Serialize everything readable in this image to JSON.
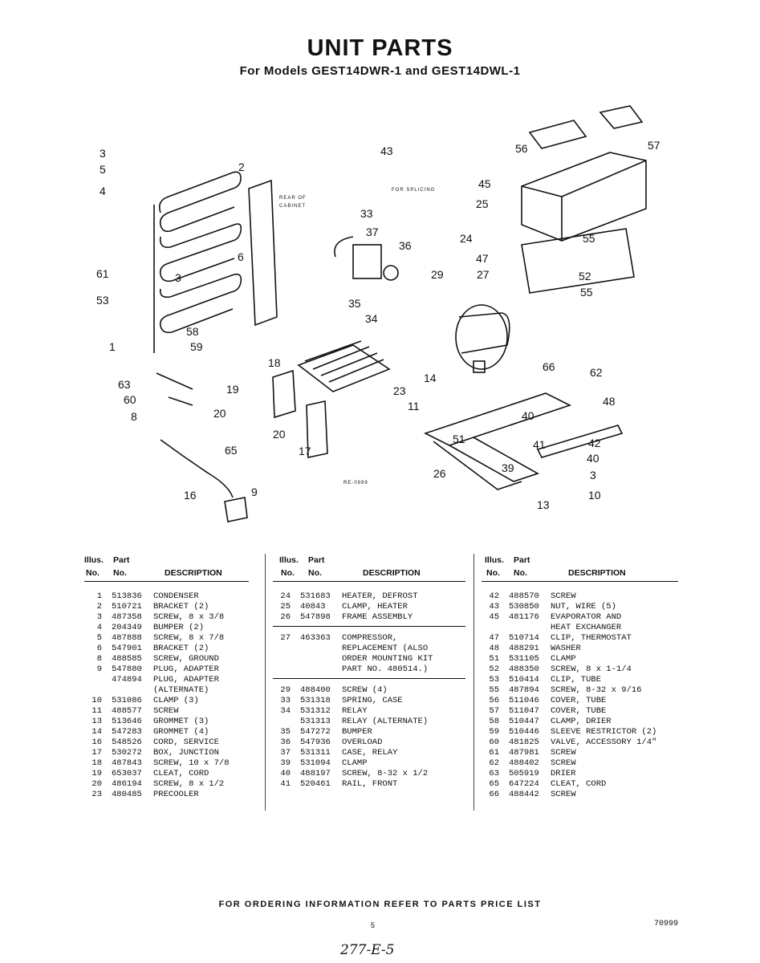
{
  "title": "UNIT PARTS",
  "subtitle": "For Models GEST14DWR-1 and GEST14DWL-1",
  "diagram": {
    "note_rear": "REAR OF",
    "note_rear2": "CABINET",
    "note_splicing": "FOR SPLICING",
    "drawing_code": "RE-0999",
    "callouts": [
      "3",
      "5",
      "4",
      "2",
      "61",
      "53",
      "1",
      "58",
      "59",
      "63",
      "60",
      "8",
      "20",
      "65",
      "16",
      "9",
      "6",
      "3",
      "33",
      "37",
      "36",
      "35",
      "34",
      "43",
      "18",
      "19",
      "20",
      "17",
      "23",
      "56",
      "57",
      "45",
      "25",
      "24",
      "55",
      "47",
      "52",
      "55",
      "29",
      "27",
      "14",
      "11",
      "66",
      "62",
      "48",
      "40",
      "51",
      "41",
      "42",
      "40",
      "39",
      "26",
      "3",
      "13",
      "10"
    ]
  },
  "table_headers": {
    "illus": "Illus.",
    "no": "No.",
    "part": "Part",
    "part_no": "No.",
    "description": "DESCRIPTION"
  },
  "col1": [
    {
      "no": "1",
      "part": "513836",
      "desc": "CONDENSER"
    },
    {
      "no": "2",
      "part": "510721",
      "desc": "BRACKET (2)"
    },
    {
      "no": "3",
      "part": "487358",
      "desc": "SCREW, 8 x 3/8"
    },
    {
      "no": "4",
      "part": "204349",
      "desc": "BUMPER (2)"
    },
    {
      "no": "5",
      "part": "487888",
      "desc": "SCREW, 8 x 7/8"
    },
    {
      "no": "6",
      "part": "547901",
      "desc": "BRACKET (2)"
    },
    {
      "no": "8",
      "part": "488585",
      "desc": "SCREW, GROUND"
    },
    {
      "no": "9",
      "part": "547880",
      "desc": "PLUG, ADAPTER"
    },
    {
      "no": "",
      "part": "474894",
      "desc": "PLUG, ADAPTER"
    },
    {
      "no": "",
      "part": "",
      "desc": "(ALTERNATE)"
    },
    {
      "no": "10",
      "part": "531086",
      "desc": "CLAMP (3)"
    },
    {
      "no": "11",
      "part": "488577",
      "desc": "SCREW"
    },
    {
      "no": "13",
      "part": "513646",
      "desc": "GROMMET (3)"
    },
    {
      "no": "14",
      "part": "547283",
      "desc": "GROMMET (4)"
    },
    {
      "no": "16",
      "part": "548526",
      "desc": "CORD, SERVICE"
    },
    {
      "no": "17",
      "part": "530272",
      "desc": "BOX, JUNCTION"
    },
    {
      "no": "18",
      "part": "487843",
      "desc": "SCREW, 10 x 7/8"
    },
    {
      "no": "19",
      "part": "653037",
      "desc": "CLEAT, CORD"
    },
    {
      "no": "20",
      "part": "486194",
      "desc": "SCREW, 8 x 1/2"
    },
    {
      "no": "23",
      "part": "480485",
      "desc": "PRECOOLER"
    }
  ],
  "col2a": [
    {
      "no": "24",
      "part": "531683",
      "desc": "HEATER, DEFROST"
    },
    {
      "no": "25",
      "part": "40843",
      "desc": "CLAMP, HEATER"
    },
    {
      "no": "26",
      "part": "547898",
      "desc": "FRAME ASSEMBLY"
    }
  ],
  "col2b": [
    {
      "no": "27",
      "part": "463363",
      "desc": "COMPRESSOR,"
    },
    {
      "no": "",
      "part": "",
      "desc": "REPLACEMENT (ALSO"
    },
    {
      "no": "",
      "part": "",
      "desc": "ORDER MOUNTING KIT"
    },
    {
      "no": "",
      "part": "",
      "desc": "PART NO. 480514.)"
    }
  ],
  "col2c": [
    {
      "no": "29",
      "part": "488400",
      "desc": "SCREW (4)"
    },
    {
      "no": "33",
      "part": "531318",
      "desc": "SPRING, CASE"
    },
    {
      "no": "34",
      "part": "531312",
      "desc": "RELAY"
    },
    {
      "no": "",
      "part": "531313",
      "desc": "RELAY (ALTERNATE)"
    },
    {
      "no": "35",
      "part": "547272",
      "desc": "BUMPER"
    },
    {
      "no": "36",
      "part": "547936",
      "desc": "OVERLOAD"
    },
    {
      "no": "37",
      "part": "531311",
      "desc": "CASE, RELAY"
    },
    {
      "no": "39",
      "part": "531094",
      "desc": "CLAMP"
    },
    {
      "no": "40",
      "part": "488197",
      "desc": "SCREW, 8-32 x 1/2"
    },
    {
      "no": "41",
      "part": "520461",
      "desc": "RAIL, FRONT"
    }
  ],
  "col3": [
    {
      "no": "42",
      "part": "488570",
      "desc": "SCREW"
    },
    {
      "no": "43",
      "part": "530850",
      "desc": "NUT, WIRE (5)"
    },
    {
      "no": "45",
      "part": "481176",
      "desc": "EVAPORATOR AND"
    },
    {
      "no": "",
      "part": "",
      "desc": "HEAT EXCHANGER"
    },
    {
      "no": "47",
      "part": "510714",
      "desc": "CLIP, THERMOSTAT"
    },
    {
      "no": "48",
      "part": "488291",
      "desc": "WASHER"
    },
    {
      "no": "51",
      "part": "531105",
      "desc": "CLAMP"
    },
    {
      "no": "52",
      "part": "488350",
      "desc": "SCREW, 8 x 1-1/4"
    },
    {
      "no": "53",
      "part": "510414",
      "desc": "CLIP, TUBE"
    },
    {
      "no": "55",
      "part": "487894",
      "desc": "SCREW, 8-32 x 9/16"
    },
    {
      "no": "56",
      "part": "511046",
      "desc": "COVER, TUBE"
    },
    {
      "no": "57",
      "part": "511047",
      "desc": "COVER, TUBE"
    },
    {
      "no": "58",
      "part": "510447",
      "desc": "CLAMP, DRIER"
    },
    {
      "no": "59",
      "part": "510446",
      "desc": "SLEEVE RESTRICTOR (2)"
    },
    {
      "no": "60",
      "part": "481825",
      "desc": "VALVE, ACCESSORY 1/4\""
    },
    {
      "no": "61",
      "part": "487981",
      "desc": "SCREW"
    },
    {
      "no": "62",
      "part": "488402",
      "desc": "SCREW"
    },
    {
      "no": "63",
      "part": "505919",
      "desc": "DRIER"
    },
    {
      "no": "65",
      "part": "647224",
      "desc": "CLEAT, CORD"
    },
    {
      "no": "66",
      "part": "488442",
      "desc": "SCREW"
    }
  ],
  "footer": "FOR ORDERING INFORMATION REFER TO PARTS PRICE LIST",
  "page_number": "5",
  "doc_number": "70999",
  "handwritten": "277-E-5"
}
